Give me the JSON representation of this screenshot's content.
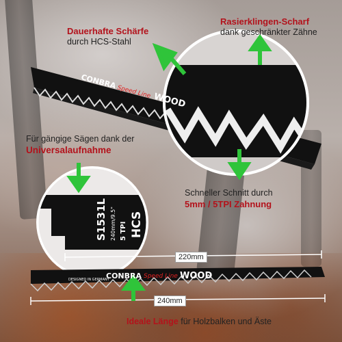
{
  "features": {
    "top_left": {
      "highlight": "Dauerhafte Schärfe",
      "text": "durch HCS-Stahl"
    },
    "top_right": {
      "highlight": "Rasierklingen-Scharf",
      "text": "dank geschränkter Zähne"
    },
    "mid_left": {
      "text": "Für gängige Sägen dank der",
      "highlight": "Universalaufnahme"
    },
    "mid_right": {
      "text": "Schneller Schnitt durch",
      "highlight": "5mm / 5TPI Zahnung"
    },
    "bottom": {
      "highlight": "Ideale Länge",
      "text": "für Holzbalken und Äste"
    }
  },
  "blade": {
    "brand": "CONBRA",
    "line": "Speed Line",
    "type": "WOOD",
    "model": "S1531L",
    "size": "240mm/9.5\"",
    "tpi": "5 TPI",
    "steel": "HCS",
    "origin": "DESIGNED IN GERMANY"
  },
  "dimensions": {
    "short": "220mm",
    "long": "240mm"
  },
  "colors": {
    "highlight": "#b3121b",
    "arrow": "#2fc43a",
    "blade": "#111111"
  }
}
